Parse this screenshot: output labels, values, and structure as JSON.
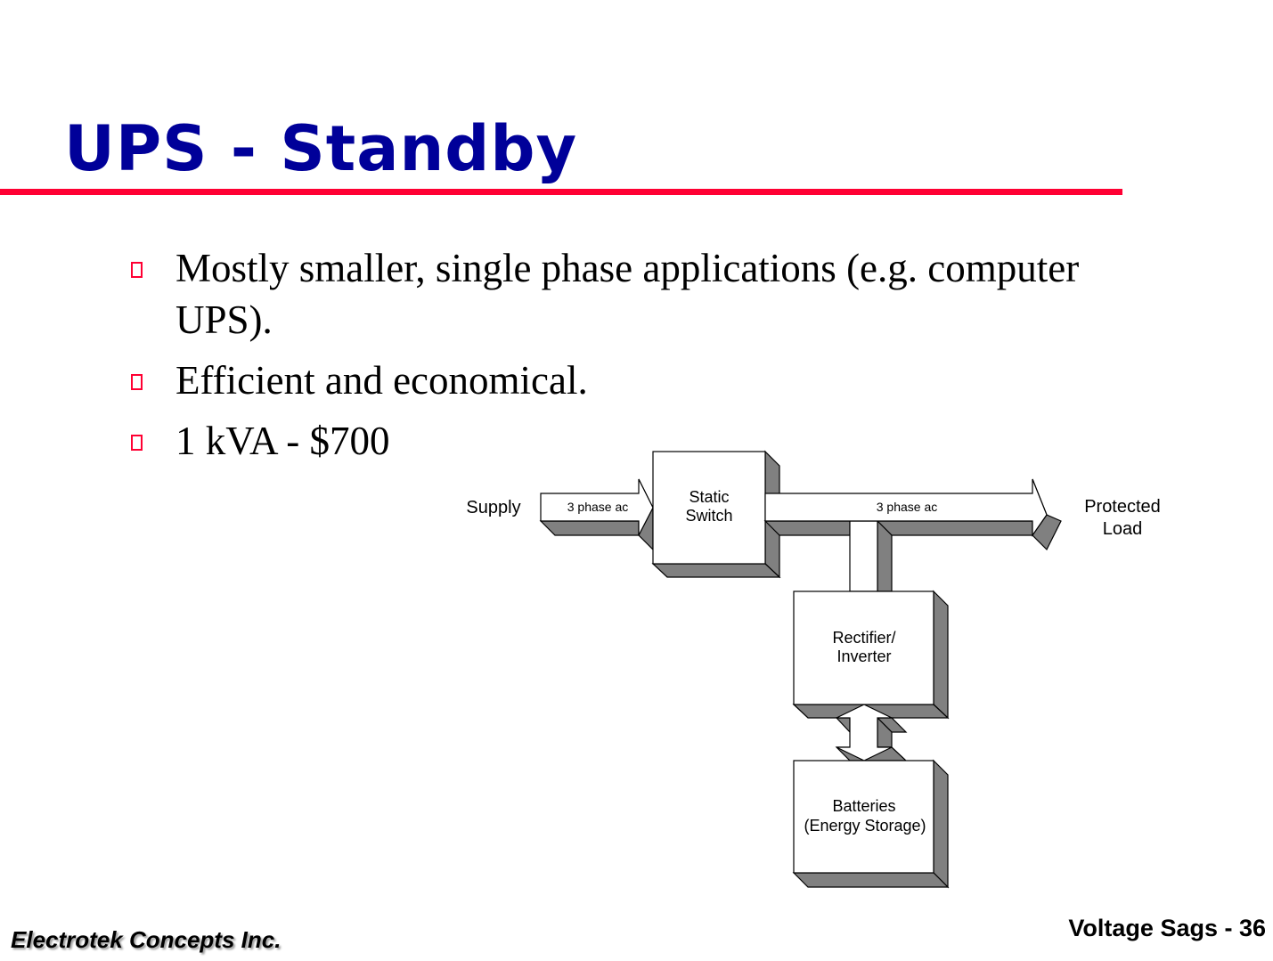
{
  "slide": {
    "title": "UPS - Standby",
    "accent_color": "#ff0033",
    "title_color": "#000099",
    "bullets": [
      {
        "text": "Mostly smaller, single phase applications (e.g. computer UPS)."
      },
      {
        "text": "Efficient and economical."
      },
      {
        "text": "1 kVA - $700"
      }
    ]
  },
  "diagram": {
    "supply_label": "Supply",
    "input_arrow_label": "3 phase ac",
    "static_switch": {
      "line1": "Static",
      "line2": "Switch"
    },
    "output_arrow_label": "3 phase ac",
    "load_label": {
      "line1": "Protected",
      "line2": "Load"
    },
    "rectifier_inverter": {
      "line1": "Rectifier/",
      "line2": "Inverter"
    },
    "batteries": {
      "line1": "Batteries",
      "line2": "(Energy Storage)"
    },
    "shadow_color": "#808080"
  },
  "footer": {
    "company": "Electrotek Concepts Inc.",
    "page_label": "Voltage Sags - 36"
  }
}
